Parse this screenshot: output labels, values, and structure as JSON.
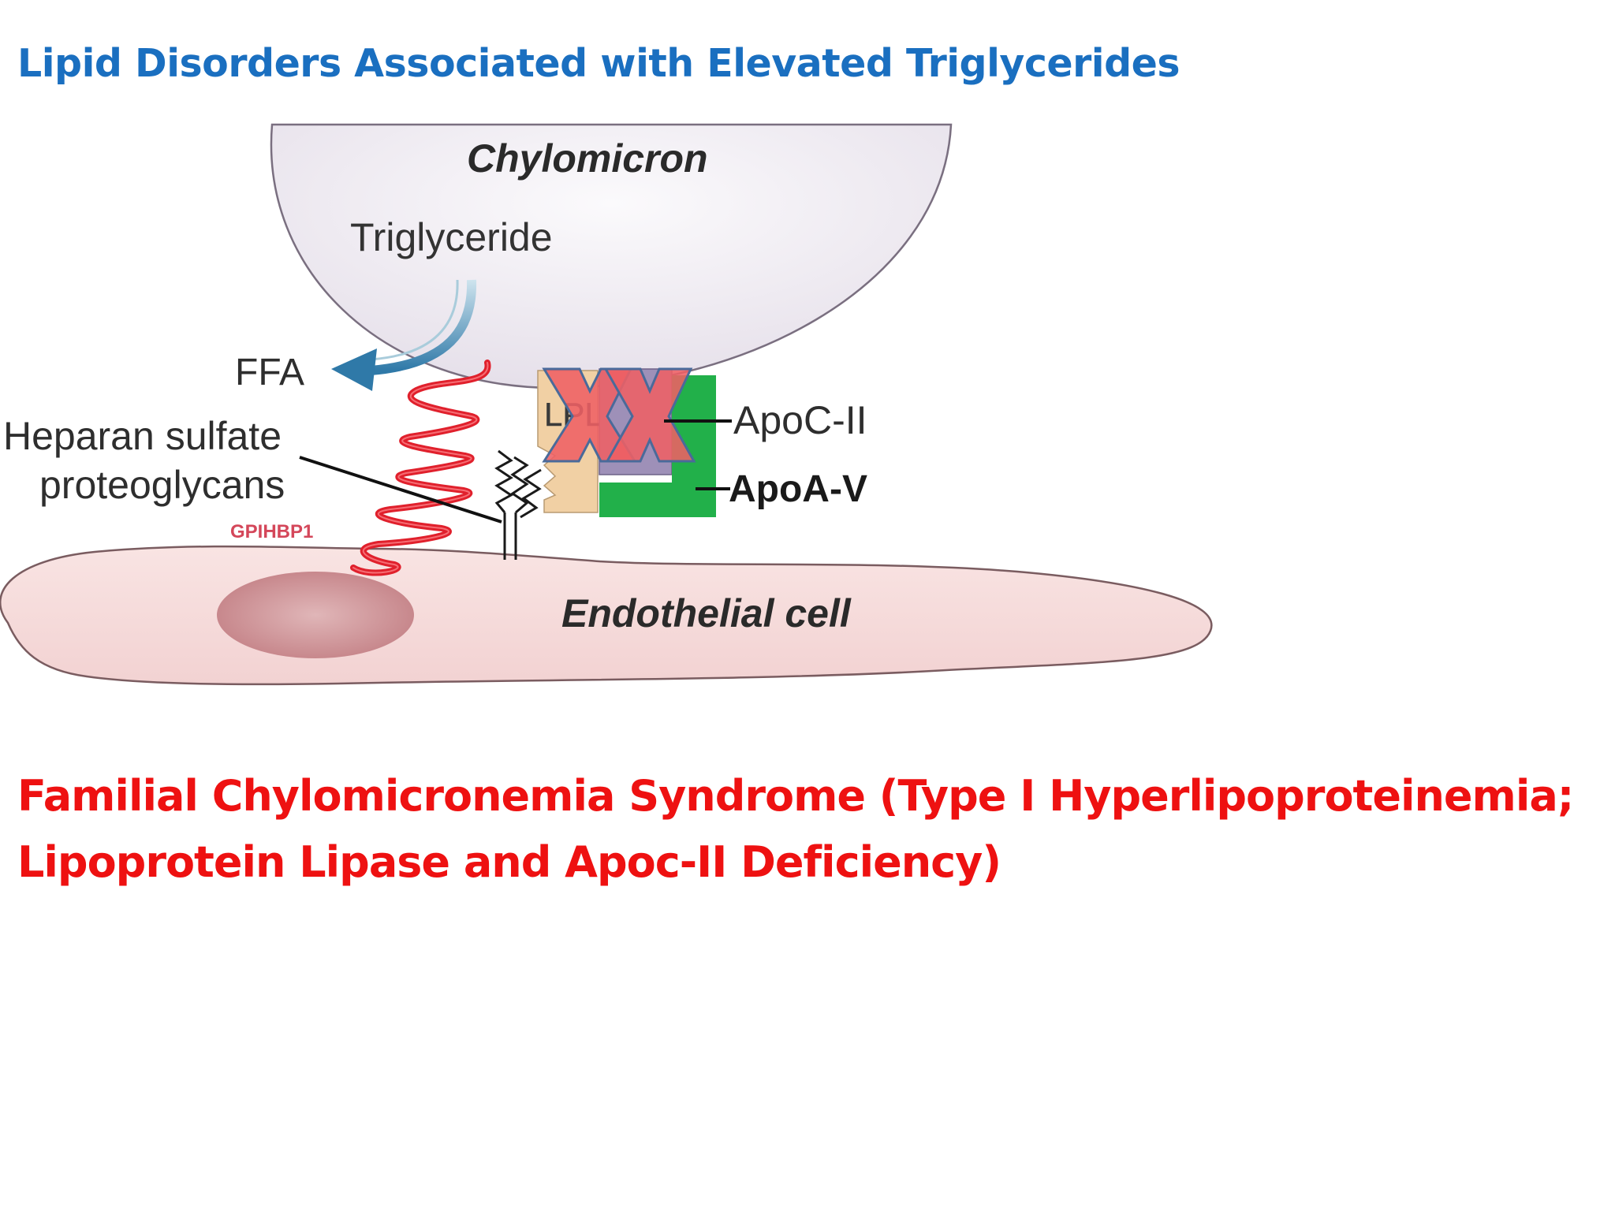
{
  "slide": {
    "title": "Lipid Disorders Associated with Elevated Triglycerides",
    "caption_lines": [
      "Familial Chylomicronemia Syndrome (Type I Hyperlipoproteinemia;",
      "Lipoprotein Lipase and Apoc-II Deficiency)"
    ],
    "title_color": "#1a6fc0",
    "caption_color": "#ee1111"
  },
  "figure": {
    "labels": {
      "chylomicron": "Chylomicron",
      "triglyceride": "Triglyceride",
      "ffa": "FFA",
      "heparan_line1": "Heparan sulfate",
      "heparan_line2": "proteoglycans",
      "gpihbp1": "GPIHBP1",
      "lpl": "LPL",
      "apoc2": "ApoC-II",
      "apoa5": "ApoA-V",
      "endothelial": "Endothelial cell"
    },
    "colors": {
      "chylomicron_fill": "#efeaf1",
      "endothelial_fill": "#f6dcdc",
      "nucleus_fill": "#cf8e92",
      "gpihbp1_strand": "#e0202c",
      "apoa5_green": "#22b04a",
      "apoc2_purple": "#9e90b8",
      "lpl_beige": "#f1d0a4",
      "ffa_arrow": "#2f79a8",
      "deficiency_x": "#ee6064"
    }
  }
}
